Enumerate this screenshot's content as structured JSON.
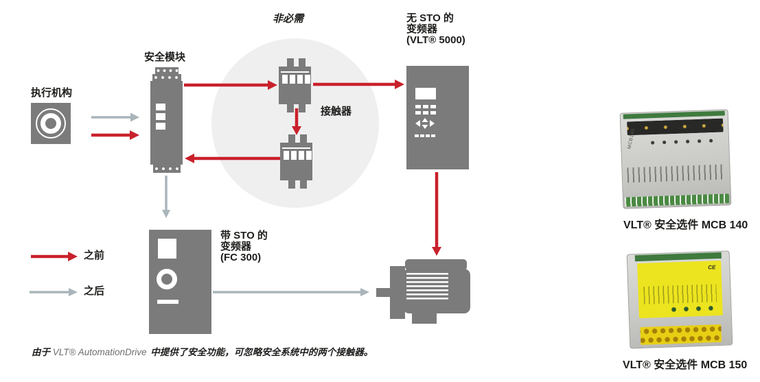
{
  "colors": {
    "red": "#c9212c",
    "gray_arrow": "#a9b5ba",
    "device": "#7c7b7b",
    "halo": "#efeff0",
    "text": "#1d1d1b",
    "note_product": "#6d6e71",
    "pcb_green": "#3f7a3e",
    "label_yellow": "#ece41f",
    "terminal_green": "#4b8a43",
    "terminal_yellow": "#e7cf14",
    "metal": "#c9c9c6",
    "dark_band": "#282826"
  },
  "labels": {
    "actuator": "执行机构",
    "safety_module": "安全模块",
    "not_required": "非必需",
    "contactor": "接触器",
    "drive_no_sto": [
      "无 STO 的",
      "变频器",
      "(VLT® 5000)"
    ],
    "drive_with_sto": [
      "带 STO 的",
      "变频器",
      "(FC 300)"
    ]
  },
  "legend": {
    "before": "之前",
    "after": "之后"
  },
  "note": {
    "prefix": "由于",
    "product": "VLT® AutomationDrive ",
    "suffix": "中提供了安全功能，可忽略安全系统中的两个接触器。"
  },
  "products": [
    {
      "caption": "VLT® 安全选件 MCB 140",
      "board_text": "MCB140"
    },
    {
      "caption": "VLT® 安全选件 MCB 150",
      "board_text": "CE"
    }
  ]
}
